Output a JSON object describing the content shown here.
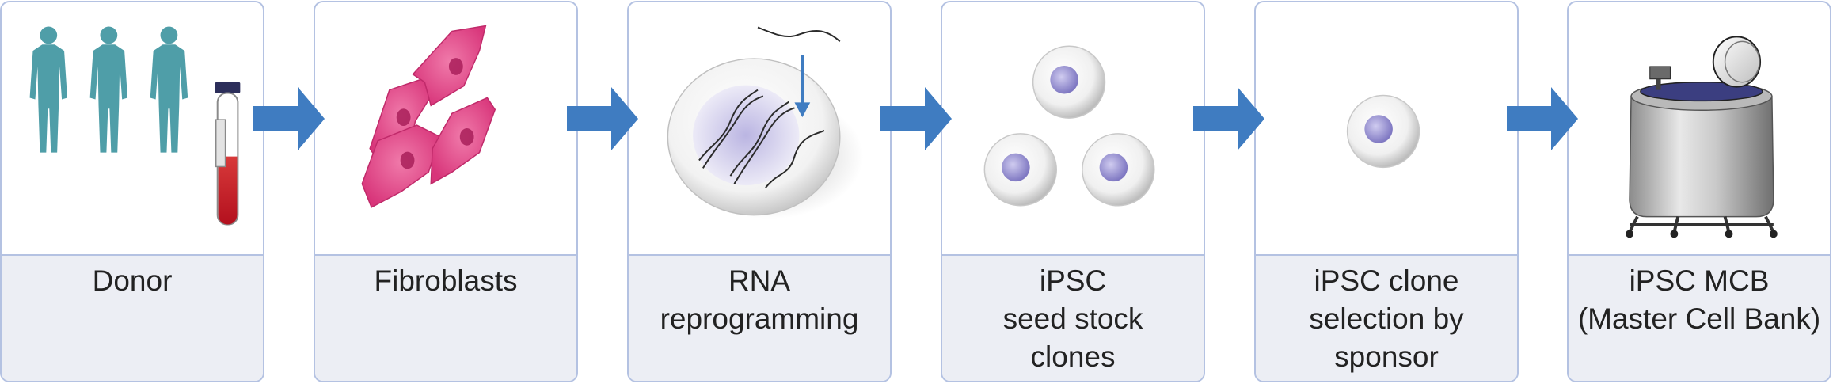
{
  "steps": [
    {
      "label": "Donor",
      "icon": "donor-icon"
    },
    {
      "label": "Fibroblasts",
      "icon": "fibroblast-cells-icon"
    },
    {
      "label": "RNA\nreprogramming",
      "icon": "rna-reprogramming-cell-icon"
    },
    {
      "label": "iPSC\nseed stock\nclones",
      "icon": "ipsc-clones-icon"
    },
    {
      "label": "iPSC clone\nselection by\nsponsor",
      "icon": "single-ipsc-clone-icon"
    },
    {
      "label": "iPSC MCB\n(Master Cell Bank)",
      "icon": "cryo-storage-tank-icon"
    }
  ],
  "colors": {
    "border": "#b4c2e2",
    "label_bg": "#eceef4",
    "arrow": "#3f7cc1",
    "donor": "#4f9ea8",
    "fibroblast": "#e04a8a",
    "nucleus": "#8b84c6"
  }
}
